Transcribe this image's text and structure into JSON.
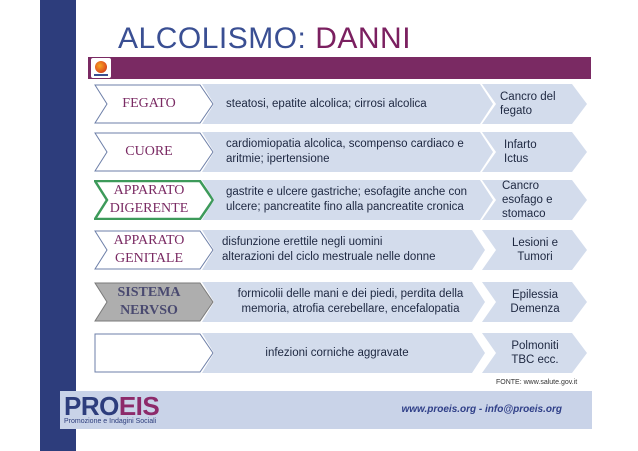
{
  "title": {
    "part1": "ALCOLISMO: ",
    "part2": "DANNI"
  },
  "rows": [
    {
      "label": [
        "FEGATO"
      ],
      "middle": [
        "steatosi, epatite alcolica; cirrosi alcolica"
      ],
      "right": [
        "Cancro del",
        "fegato"
      ]
    },
    {
      "label": [
        "CUORE"
      ],
      "middle": [
        "cardiomiopatia alcolica, scompenso cardiaco e",
        "aritmie; ipertensione"
      ],
      "right": [
        "Infarto",
        "Ictus"
      ]
    },
    {
      "label": [
        "APPARATO",
        "DIGERENTE"
      ],
      "middle": [
        "gastrite e ulcere gastriche; esofagite anche con",
        "ulcere; pancreatite fino alla pancreatite cronica"
      ],
      "right": [
        "Cancro",
        "esofago e",
        "stomaco"
      ]
    },
    {
      "label": [
        "APPARATO",
        "GENITALE"
      ],
      "middle": [
        "disfunzione erettile negli uomini",
        "alterazioni del ciclo mestruale nelle donne"
      ],
      "right": [
        "Lesioni e",
        "Tumori"
      ]
    },
    {
      "label": [
        "SISTEMA",
        "NERVSO"
      ],
      "middle": [
        "formicolii delle mani e dei piedi, perdita della",
        "memoria, atrofia cerebellare, encefalopatia"
      ],
      "right": [
        "Epilessia",
        "Demenza"
      ]
    },
    {
      "label": [],
      "middle": [
        "infezioni corniche aggravate"
      ],
      "right": [
        "Polmoniti",
        "TBC ecc."
      ]
    }
  ],
  "source": "FONTE: www.salute.gov.it",
  "footer": {
    "logo_main_1": "PRO",
    "logo_main_2": "EIS",
    "logo_sub": "Promozione e Indagini Sociali",
    "url": "www.proeis.org  - info@proeis.org"
  },
  "colors": {
    "navy": "#2d3d7c",
    "purple": "#7a2a63",
    "chevron_fill": "#d3dcec",
    "label_text": "#7a2a63"
  },
  "icons": [
    "proeis-logo-icon"
  ]
}
